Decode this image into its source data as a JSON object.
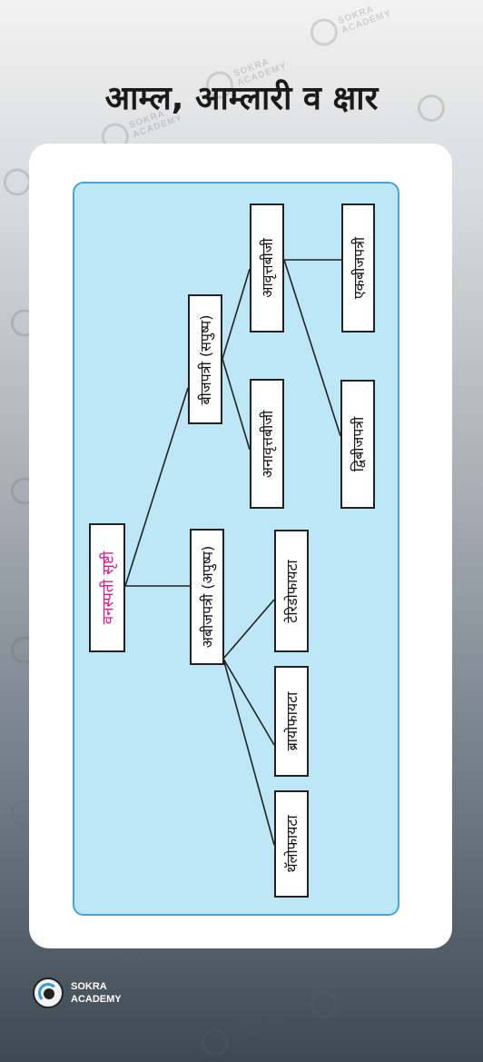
{
  "header": {
    "title": "आम्ल, आम्लारी व क्षार"
  },
  "diagram": {
    "root": "वनस्पती सृष्टी",
    "nodes": {
      "bijpatri": "बीजपत्री (सपुष्प)",
      "abijpatri": "अबीजपत्री (अपुष्प)",
      "aavrutbiji": "आवृत्तबीजी",
      "anaavrutbiji": "अनावृत्तबीजी",
      "ekbijpatri": "एकबीजपत्री",
      "dvibijpatri": "द्विबीजपत्री",
      "terodophyta": "टेरिडोफायटा",
      "bryophyta": "ब्रायोफायटा",
      "thallophyta": "थॅलोफायटा"
    }
  },
  "watermark": {
    "line1": "SOKRA",
    "line2": "ACADEMY"
  },
  "logo": {
    "line1": "SOKRA",
    "line2": "ACADEMY"
  }
}
